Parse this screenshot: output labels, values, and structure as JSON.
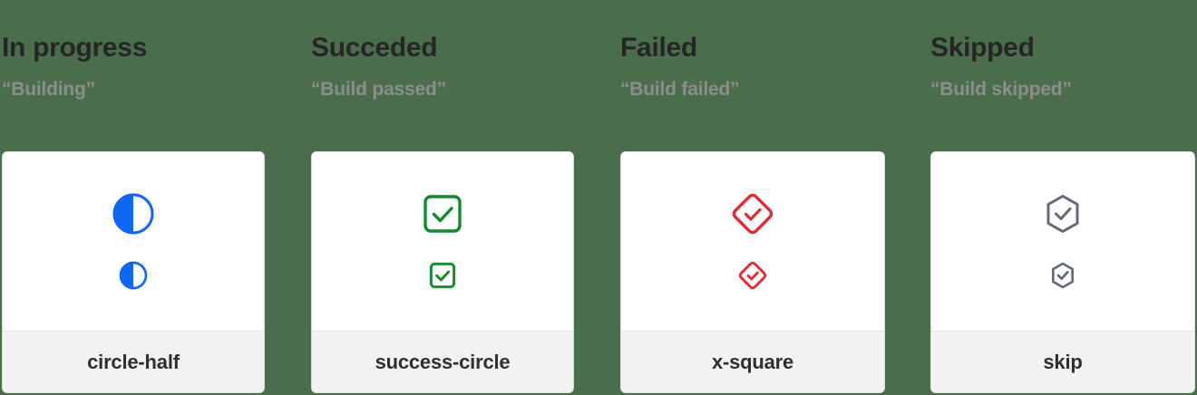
{
  "page": {
    "background_color": "#4a6e4c",
    "card_background": "#ffffff",
    "footer_background": "#f2f2f2",
    "title_color": "#262626",
    "phrase_color": "#8d8d8d",
    "label_color": "#2f2f2f"
  },
  "columns": [
    {
      "title": "In progress",
      "phrase": "“Building”",
      "icon_name": "circle-half-icon",
      "icon_label": "circle-half",
      "icon_color": "#1066f5"
    },
    {
      "title": "Succeded",
      "phrase": "“Build passed”",
      "icon_name": "success-circle-icon",
      "icon_label": "success-circle",
      "icon_color": "#12892f"
    },
    {
      "title": "Failed",
      "phrase": "“Build failed”",
      "icon_name": "x-square-icon",
      "icon_label": "x-square",
      "icon_color": "#e02b34"
    },
    {
      "title": "Skipped",
      "phrase": "“Build skipped”",
      "icon_name": "skip-icon",
      "icon_label": "skip",
      "icon_color": "#636978"
    }
  ]
}
